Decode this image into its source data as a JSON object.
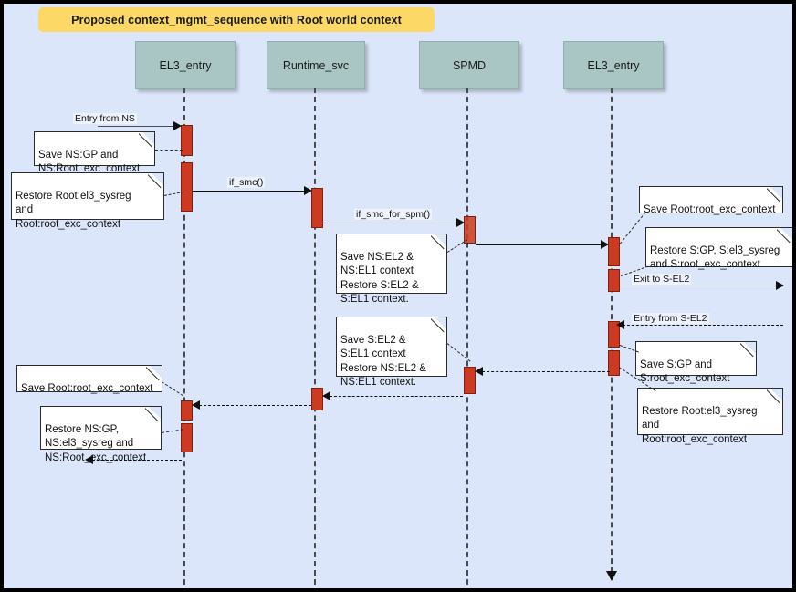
{
  "diagram": {
    "title": "Proposed context_mgmt_sequence with Root world context",
    "type": "sequence-diagram",
    "background_color": "#dce6fa",
    "title_banner_color": "#fcd966",
    "lifeline_header_color": "#a9c6c4",
    "activation_color": "#cc3b21"
  },
  "lifelines": [
    {
      "name": "EL3_entry",
      "id": "el3-entry-ns"
    },
    {
      "name": "Runtime_svc",
      "id": "runtime-svc"
    },
    {
      "name": "SPMD",
      "id": "spmd"
    },
    {
      "name": "EL3_entry",
      "id": "el3-entry-s"
    }
  ],
  "messages": [
    {
      "id": "entry-from-ns",
      "label": "Entry from NS"
    },
    {
      "id": "if-smc",
      "label": "if_smc()"
    },
    {
      "id": "if-smc-for-spm",
      "label": "if_smc_for_spm()"
    },
    {
      "id": "spmd-to-el3",
      "label": ""
    },
    {
      "id": "exit-to-s-el2",
      "label": "Exit to S-EL2"
    },
    {
      "id": "entry-from-s-el2",
      "label": "Entry from S-EL2"
    },
    {
      "id": "el3-to-spmd",
      "label": ""
    },
    {
      "id": "spmd-to-runtime",
      "label": ""
    },
    {
      "id": "runtime-to-el3",
      "label": ""
    },
    {
      "id": "el3-return",
      "label": ""
    }
  ],
  "notes": [
    {
      "id": "note-save-ns-gp",
      "text": "Save NS:GP and\nNS:Root_exc_context"
    },
    {
      "id": "note-restore-root-1",
      "text": "Restore Root:el3_sysreg\nand\nRoot:root_exc_context"
    },
    {
      "id": "note-save-ns-el2",
      "text": "Save NS:EL2 &\nNS:EL1 context\nRestore S:EL2 &\nS:EL1 context."
    },
    {
      "id": "note-save-root-exc-1",
      "text": "Save Root:root_exc_context"
    },
    {
      "id": "note-restore-s-gp",
      "text": "Restore S:GP, S:el3_sysreg\nand S:root_exc_context"
    },
    {
      "id": "note-save-s-gp",
      "text": "Save S:GP and\nS:root_exc_context"
    },
    {
      "id": "note-restore-root-2",
      "text": "Restore Root:el3_sysreg\nand\nRoot:root_exc_context"
    },
    {
      "id": "note-save-s-el2",
      "text": "Save S:EL2 &\nS:EL1 context\nRestore NS:EL2 &\nNS:EL1 context."
    },
    {
      "id": "note-save-root-exc-2",
      "text": "Save Root:root_exc_context"
    },
    {
      "id": "note-restore-ns-gp",
      "text": "Restore NS:GP,\nNS:el3_sysreg and\nNS:Root_exc_context"
    }
  ]
}
